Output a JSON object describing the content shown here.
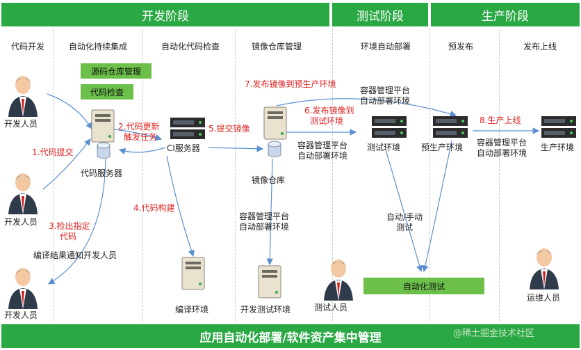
{
  "phases": {
    "dev": "开发阶段",
    "test": "测试阶段",
    "prod": "生产阶段"
  },
  "columns": [
    "代码开发",
    "自动化持续集成",
    "自动化代码检查",
    "镜像仓库管理",
    "环境自动部署",
    "预发布",
    "发布上线"
  ],
  "green_boxes": {
    "repo_mgmt": "源码仓库管理",
    "code_check": "代码检查",
    "auto_test": "自动化测试"
  },
  "nodes": {
    "dev1": "开发人员",
    "dev2": "开发人员",
    "dev3": "开发人员",
    "code_server": "代码服务器",
    "ci_server": "CI服务器",
    "image_repo": "镜像仓库",
    "build_env": "编译环境",
    "dev_test_env": "开发测试环境",
    "test_env": "测试环境",
    "preprod_env": "预生产环境",
    "prod_env": "生产环境",
    "tester": "测试人员",
    "ops": "运维人员"
  },
  "steps": {
    "s1": "1.代码提交",
    "s2a": "2.代码更新",
    "s2b": "触发任务",
    "s3a": "3.检出指定",
    "s3b": "代码",
    "s4": "4.代码构建",
    "s5": "5.提交镜像",
    "s6a": "6.发布镜像到",
    "s6b": "测试环境",
    "s7": "7.发布镜像到预生产环境",
    "s8": "8.生产上线"
  },
  "notes": {
    "compile_notify": "编译结果通知开发人员",
    "platform_a1": "容器管理平台",
    "platform_a2": "自动部署环境",
    "platform_b1": "容器管理平台",
    "platform_b2": "自动部署环境",
    "platform_c1": "容器管理平台",
    "platform_c2": "自动部署环境",
    "platform_d1": "容器管理平台",
    "platform_d2": "自动部署环境",
    "auto_manual_a": "自动/手动",
    "auto_manual_b": "测试"
  },
  "footer": "应用自动化部署/软件资产集中管理",
  "watermark": "@稀土掘金技术社区",
  "colors": {
    "phase_green": "#2aa844",
    "box_green": "#6cc04a",
    "step_red": "#e02020",
    "arrow_blue": "#5b8fd0"
  }
}
